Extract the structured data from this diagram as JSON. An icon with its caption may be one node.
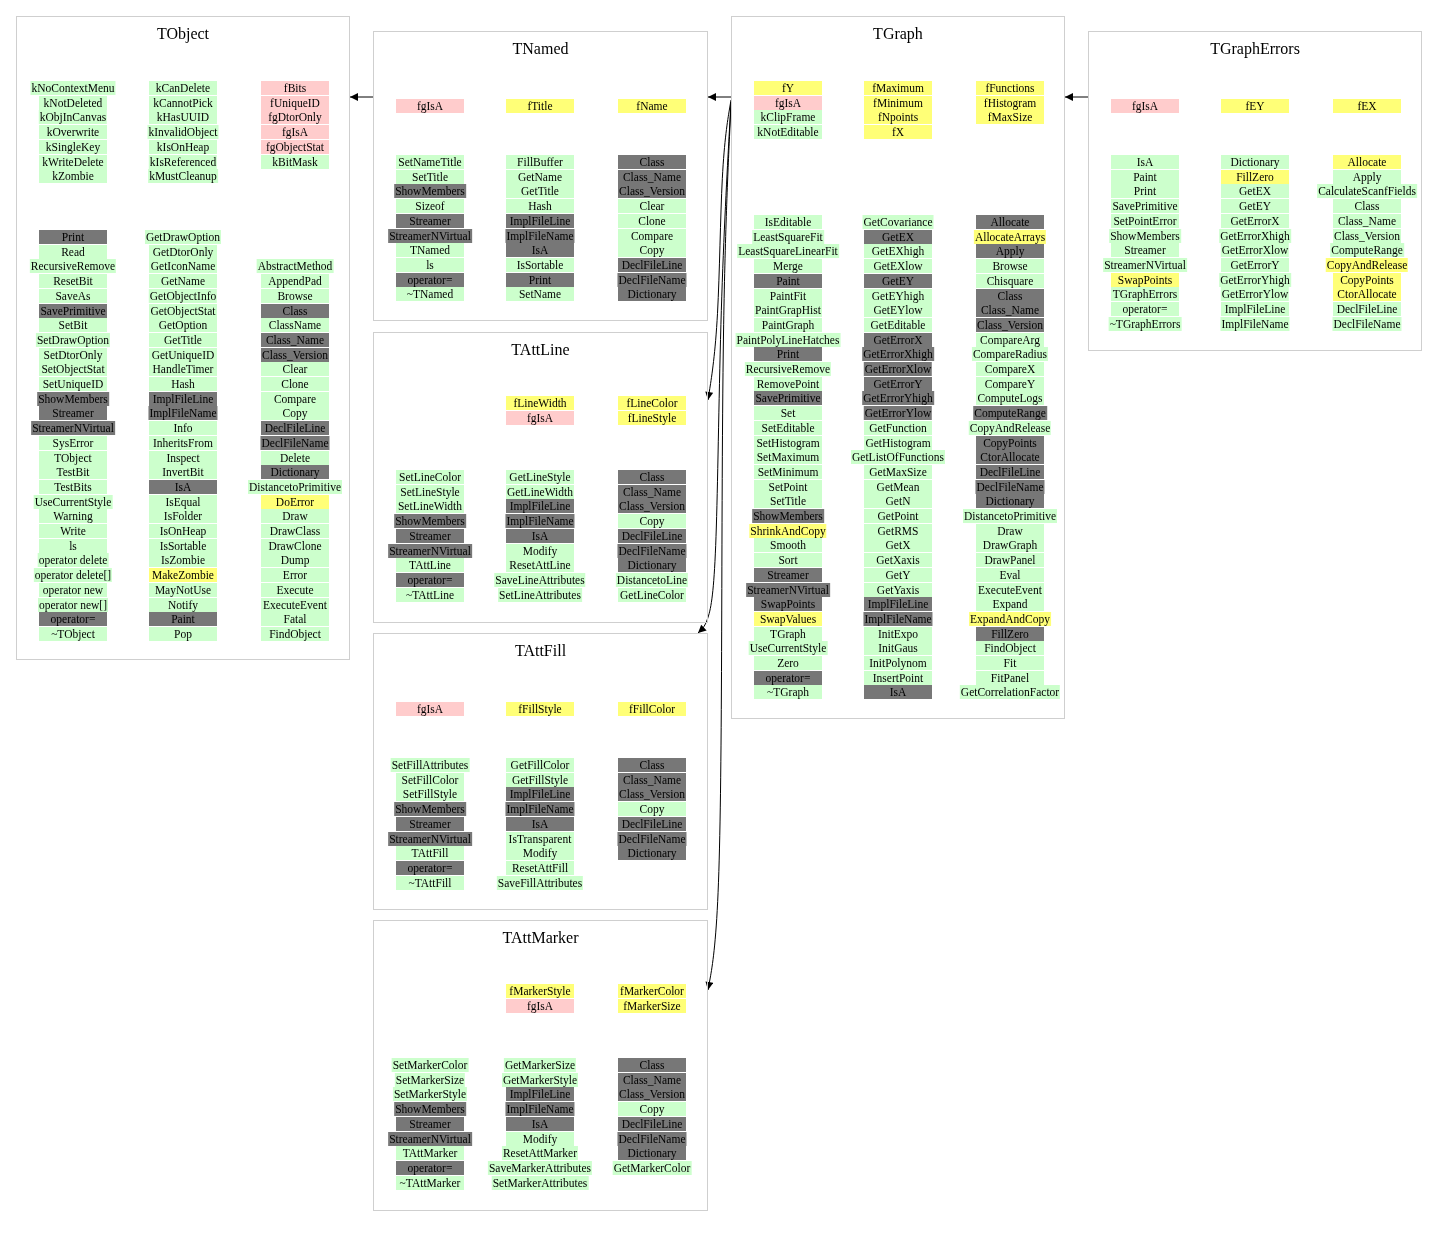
{
  "diagram": {
    "nodes": [
      {
        "text": [
          "TObject"
        ]
      },
      {
        "text": [
          "TNamed"
        ]
      },
      {
        "text": [
          "TAttLine"
        ]
      },
      {
        "text": [
          "TAttFill"
        ]
      },
      {
        "text": [
          "TAttMarker"
        ]
      },
      {
        "text": [
          "TGraph"
        ]
      },
      {
        "text": [
          "TGraphErrors"
        ]
      },
      {
        "text": [
          "kNoContextMenu"
        ],
        "in": 0
      },
      {
        "text": [
          "kNotDeleted"
        ],
        "in": 0
      },
      {
        "text": [
          "kObjInCanvas"
        ],
        "in": 0
      },
      {
        "text": [
          "kOverwrite"
        ],
        "in": 0
      },
      {
        "text": [
          "kSingleKey"
        ],
        "in": 0
      },
      {
        "text": [
          "kWriteDelete"
        ],
        "in": 0
      },
      {
        "text": [
          "kZombie"
        ],
        "in": 0
      },
      {
        "text": [
          "kCanDelete"
        ],
        "in": 0
      },
      {
        "text": [
          "kCannotPick"
        ],
        "in": 0
      },
      {
        "text": [
          "kHasUUID"
        ],
        "in": 0
      },
      {
        "text": [
          "kInvalidObject"
        ],
        "in": 0
      },
      {
        "text": [
          "kIsOnHeap"
        ],
        "in": 0
      },
      {
        "text": [
          "kIsReferenced"
        ],
        "in": 0
      },
      {
        "text": [
          "kMustCleanup"
        ],
        "in": 0
      },
      {
        "text": [
          "fBits"
        ],
        "in": 0
      },
      {
        "text": [
          "fUniqueID"
        ],
        "in": 0
      },
      {
        "text": [
          "fgDtorOnly"
        ],
        "in": 0
      },
      {
        "text": [
          "fgIsA"
        ],
        "in": 0
      },
      {
        "text": [
          "fgObjectStat"
        ],
        "in": 0
      },
      {
        "text": [
          "kBitMask"
        ],
        "in": 0
      },
      {
        "text": [
          "Print"
        ],
        "in": 0
      },
      {
        "text": [
          "Read"
        ],
        "in": 0
      },
      {
        "text": [
          "RecursiveRemove"
        ],
        "in": 0
      },
      {
        "text": [
          "ResetBit"
        ],
        "in": 0
      },
      {
        "text": [
          "SaveAs"
        ],
        "in": 0
      },
      {
        "text": [
          "SavePrimitive"
        ],
        "in": 0
      },
      {
        "text": [
          "SetBit"
        ],
        "in": 0
      },
      {
        "text": [
          "SetDrawOption"
        ],
        "in": 0
      },
      {
        "text": [
          "SetDtorOnly"
        ],
        "in": 0
      },
      {
        "text": [
          "SetObjectStat"
        ],
        "in": 0
      },
      {
        "text": [
          "SetUniqueID"
        ],
        "in": 0
      },
      {
        "text": [
          "ShowMembers"
        ],
        "in": 0
      },
      {
        "text": [
          "Streamer"
        ],
        "in": 0
      },
      {
        "text": [
          "StreamerNVirtual"
        ],
        "in": 0
      },
      {
        "text": [
          "SysError"
        ],
        "in": 0
      },
      {
        "text": [
          "TObject"
        ],
        "in": 0
      },
      {
        "text": [
          "TestBit"
        ],
        "in": 0
      },
      {
        "text": [
          "TestBits"
        ],
        "in": 0
      },
      {
        "text": [
          "UseCurrentStyle"
        ],
        "in": 0
      },
      {
        "text": [
          "Warning"
        ],
        "in": 0
      },
      {
        "text": [
          "Write"
        ],
        "in": 0
      },
      {
        "text": [
          "ls"
        ],
        "in": 0
      },
      {
        "text": [
          "operator delete"
        ],
        "in": 0
      },
      {
        "text": [
          "operator delete[]"
        ],
        "in": 0
      },
      {
        "text": [
          "operator new"
        ],
        "in": 0
      },
      {
        "text": [
          "operator new[]"
        ],
        "in": 0
      },
      {
        "text": [
          "operator="
        ],
        "in": 0
      },
      {
        "text": [
          "~TObject"
        ],
        "in": 0
      },
      {
        "text": [
          "GetDrawOption"
        ],
        "in": 0
      },
      {
        "text": [
          "GetDtorOnly"
        ],
        "in": 0
      },
      {
        "text": [
          "GetIconName"
        ],
        "in": 0
      },
      {
        "text": [
          "GetName"
        ],
        "in": 0
      },
      {
        "text": [
          "GetObjectInfo"
        ],
        "in": 0
      },
      {
        "text": [
          "GetObjectStat"
        ],
        "in": 0
      },
      {
        "text": [
          "GetOption"
        ],
        "in": 0
      },
      {
        "text": [
          "GetTitle"
        ],
        "in": 0
      },
      {
        "text": [
          "GetUniqueID"
        ],
        "in": 0
      },
      {
        "text": [
          "HandleTimer"
        ],
        "in": 0
      },
      {
        "text": [
          "Hash"
        ],
        "in": 0
      },
      {
        "text": [
          "ImplFileLine"
        ],
        "in": 0
      },
      {
        "text": [
          "ImplFileName"
        ],
        "in": 0
      },
      {
        "text": [
          "Info"
        ],
        "in": 0
      },
      {
        "text": [
          "InheritsFrom"
        ],
        "in": 0
      },
      {
        "text": [
          "Inspect"
        ],
        "in": 0
      },
      {
        "text": [
          "InvertBit"
        ],
        "in": 0
      },
      {
        "text": [
          "IsA"
        ],
        "in": 0
      },
      {
        "text": [
          "IsEqual"
        ],
        "in": 0
      },
      {
        "text": [
          "IsFolder"
        ],
        "in": 0
      },
      {
        "text": [
          "IsOnHeap"
        ],
        "in": 0
      },
      {
        "text": [
          "IsSortable"
        ],
        "in": 0
      },
      {
        "text": [
          "IsZombie"
        ],
        "in": 0
      },
      {
        "text": [
          "MakeZombie"
        ],
        "in": 0
      },
      {
        "text": [
          "MayNotUse"
        ],
        "in": 0
      },
      {
        "text": [
          "Notify"
        ],
        "in": 0
      },
      {
        "text": [
          "Paint"
        ],
        "in": 0
      },
      {
        "text": [
          "Pop"
        ],
        "in": 0
      },
      {
        "text": [
          "AbstractMethod"
        ],
        "in": 0
      },
      {
        "text": [
          "AppendPad"
        ],
        "in": 0
      },
      {
        "text": [
          "Browse"
        ],
        "in": 0
      },
      {
        "text": [
          "Class"
        ],
        "in": 0
      },
      {
        "text": [
          "ClassName"
        ],
        "in": 0
      },
      {
        "text": [
          "Class_Name"
        ],
        "in": 0
      },
      {
        "text": [
          "Class_Version"
        ],
        "in": 0
      },
      {
        "text": [
          "Clear"
        ],
        "in": 0
      },
      {
        "text": [
          "Clone"
        ],
        "in": 0
      },
      {
        "text": [
          "Compare"
        ],
        "in": 0
      },
      {
        "text": [
          "Copy"
        ],
        "in": 0
      },
      {
        "text": [
          "DeclFileLine"
        ],
        "in": 0
      },
      {
        "text": [
          "DeclFileName"
        ],
        "in": 0
      },
      {
        "text": [
          "Delete"
        ],
        "in": 0
      },
      {
        "text": [
          "Dictionary"
        ],
        "in": 0
      },
      {
        "text": [
          "DistancetoPrimitive"
        ],
        "in": 0
      },
      {
        "text": [
          "DoError"
        ],
        "in": 0
      },
      {
        "text": [
          "Draw"
        ],
        "in": 0
      },
      {
        "text": [
          "DrawClass"
        ],
        "in": 0
      },
      {
        "text": [
          "DrawClone"
        ],
        "in": 0
      },
      {
        "text": [
          "Dump"
        ],
        "in": 0
      },
      {
        "text": [
          "Error"
        ],
        "in": 0
      },
      {
        "text": [
          "Execute"
        ],
        "in": 0
      },
      {
        "text": [
          "ExecuteEvent"
        ],
        "in": 0
      },
      {
        "text": [
          "Fatal"
        ],
        "in": 0
      },
      {
        "text": [
          "FindObject"
        ],
        "in": 0
      },
      {
        "text": [
          "fgIsA"
        ],
        "in": 1
      },
      {
        "text": [
          "fTitle"
        ],
        "in": 1
      },
      {
        "text": [
          "fName"
        ],
        "in": 1
      },
      {
        "text": [
          "SetNameTitle"
        ],
        "in": 1
      },
      {
        "text": [
          "SetTitle"
        ],
        "in": 1
      },
      {
        "text": [
          "ShowMembers"
        ],
        "in": 1
      },
      {
        "text": [
          "Sizeof"
        ],
        "in": 1
      },
      {
        "text": [
          "Streamer"
        ],
        "in": 1
      },
      {
        "text": [
          "StreamerNVirtual"
        ],
        "in": 1
      },
      {
        "text": [
          "TNamed"
        ],
        "in": 1
      },
      {
        "text": [
          "ls"
        ],
        "in": 1
      },
      {
        "text": [
          "operator="
        ],
        "in": 1
      },
      {
        "text": [
          "~TNamed"
        ],
        "in": 1
      },
      {
        "text": [
          "FillBuffer"
        ],
        "in": 1
      },
      {
        "text": [
          "GetName"
        ],
        "in": 1
      },
      {
        "text": [
          "GetTitle"
        ],
        "in": 1
      },
      {
        "text": [
          "Hash"
        ],
        "in": 1
      },
      {
        "text": [
          "ImplFileLine"
        ],
        "in": 1
      },
      {
        "text": [
          "ImplFileName"
        ],
        "in": 1
      },
      {
        "text": [
          "IsA"
        ],
        "in": 1
      },
      {
        "text": [
          "IsSortable"
        ],
        "in": 1
      },
      {
        "text": [
          "Print"
        ],
        "in": 1
      },
      {
        "text": [
          "SetName"
        ],
        "in": 1
      },
      {
        "text": [
          "Class"
        ],
        "in": 1
      },
      {
        "text": [
          "Class_Name"
        ],
        "in": 1
      },
      {
        "text": [
          "Class_Version"
        ],
        "in": 1
      },
      {
        "text": [
          "Clear"
        ],
        "in": 1
      },
      {
        "text": [
          "Clone"
        ],
        "in": 1
      },
      {
        "text": [
          "Compare"
        ],
        "in": 1
      },
      {
        "text": [
          "Copy"
        ],
        "in": 1
      },
      {
        "text": [
          "DeclFileLine"
        ],
        "in": 1
      },
      {
        "text": [
          "DeclFileName"
        ],
        "in": 1
      },
      {
        "text": [
          "Dictionary"
        ],
        "in": 1
      },
      {
        "text": [
          "fLineWidth"
        ],
        "in": 2
      },
      {
        "text": [
          "fgIsA"
        ],
        "in": 2
      },
      {
        "text": [
          "fLineColor"
        ],
        "in": 2
      },
      {
        "text": [
          "fLineStyle"
        ],
        "in": 2
      },
      {
        "text": [
          "SetLineColor"
        ],
        "in": 2
      },
      {
        "text": [
          "SetLineStyle"
        ],
        "in": 2
      },
      {
        "text": [
          "SetLineWidth"
        ],
        "in": 2
      },
      {
        "text": [
          "ShowMembers"
        ],
        "in": 2
      },
      {
        "text": [
          "Streamer"
        ],
        "in": 2
      },
      {
        "text": [
          "StreamerNVirtual"
        ],
        "in": 2
      },
      {
        "text": [
          "TAttLine"
        ],
        "in": 2
      },
      {
        "text": [
          "operator="
        ],
        "in": 2
      },
      {
        "text": [
          "~TAttLine"
        ],
        "in": 2
      },
      {
        "text": [
          "GetLineStyle"
        ],
        "in": 2
      },
      {
        "text": [
          "GetLineWidth"
        ],
        "in": 2
      },
      {
        "text": [
          "ImplFileLine"
        ],
        "in": 2
      },
      {
        "text": [
          "ImplFileName"
        ],
        "in": 2
      },
      {
        "text": [
          "IsA"
        ],
        "in": 2
      },
      {
        "text": [
          "Modify"
        ],
        "in": 2
      },
      {
        "text": [
          "ResetAttLine"
        ],
        "in": 2
      },
      {
        "text": [
          "SaveLineAttributes"
        ],
        "in": 2
      },
      {
        "text": [
          "SetLineAttributes"
        ],
        "in": 2
      },
      {
        "text": [
          "Class"
        ],
        "in": 2
      },
      {
        "text": [
          "Class_Name"
        ],
        "in": 2
      },
      {
        "text": [
          "Class_Version"
        ],
        "in": 2
      },
      {
        "text": [
          "Copy"
        ],
        "in": 2
      },
      {
        "text": [
          "DeclFileLine"
        ],
        "in": 2
      },
      {
        "text": [
          "DeclFileName"
        ],
        "in": 2
      },
      {
        "text": [
          "Dictionary"
        ],
        "in": 2
      },
      {
        "text": [
          "DistancetoLine"
        ],
        "in": 2
      },
      {
        "text": [
          "GetLineColor"
        ],
        "in": 2
      },
      {
        "text": [
          "fgIsA"
        ],
        "in": 3
      },
      {
        "text": [
          "fFillStyle"
        ],
        "in": 3
      },
      {
        "text": [
          "fFillColor"
        ],
        "in": 3
      },
      {
        "text": [
          "SetFillAttributes"
        ],
        "in": 3
      },
      {
        "text": [
          "SetFillColor"
        ],
        "in": 3
      },
      {
        "text": [
          "SetFillStyle"
        ],
        "in": 3
      },
      {
        "text": [
          "ShowMembers"
        ],
        "in": 3
      },
      {
        "text": [
          "Streamer"
        ],
        "in": 3
      },
      {
        "text": [
          "StreamerNVirtual"
        ],
        "in": 3
      },
      {
        "text": [
          "TAttFill"
        ],
        "in": 3
      },
      {
        "text": [
          "operator="
        ],
        "in": 3
      },
      {
        "text": [
          "~TAttFill"
        ],
        "in": 3
      },
      {
        "text": [
          "GetFillColor"
        ],
        "in": 3
      },
      {
        "text": [
          "GetFillStyle"
        ],
        "in": 3
      },
      {
        "text": [
          "ImplFileLine"
        ],
        "in": 3
      },
      {
        "text": [
          "ImplFileName"
        ],
        "in": 3
      },
      {
        "text": [
          "IsA"
        ],
        "in": 3
      },
      {
        "text": [
          "IsTransparent"
        ],
        "in": 3
      },
      {
        "text": [
          "Modify"
        ],
        "in": 3
      },
      {
        "text": [
          "ResetAttFill"
        ],
        "in": 3
      },
      {
        "text": [
          "SaveFillAttributes"
        ],
        "in": 3
      },
      {
        "text": [
          "Class"
        ],
        "in": 3
      },
      {
        "text": [
          "Class_Name"
        ],
        "in": 3
      },
      {
        "text": [
          "Class_Version"
        ],
        "in": 3
      },
      {
        "text": [
          "Copy"
        ],
        "in": 3
      },
      {
        "text": [
          "DeclFileLine"
        ],
        "in": 3
      },
      {
        "text": [
          "DeclFileName"
        ],
        "in": 3
      },
      {
        "text": [
          "Dictionary"
        ],
        "in": 3
      },
      {
        "text": [
          "fMarkerStyle"
        ],
        "in": 4
      },
      {
        "text": [
          "fgIsA"
        ],
        "in": 4
      },
      {
        "text": [
          "fMarkerColor"
        ],
        "in": 4
      },
      {
        "text": [
          "fMarkerSize"
        ],
        "in": 4
      },
      {
        "text": [
          "SetMarkerColor"
        ],
        "in": 4
      },
      {
        "text": [
          "SetMarkerSize"
        ],
        "in": 4
      },
      {
        "text": [
          "SetMarkerStyle"
        ],
        "in": 4
      },
      {
        "text": [
          "ShowMembers"
        ],
        "in": 4
      },
      {
        "text": [
          "Streamer"
        ],
        "in": 4
      },
      {
        "text": [
          "StreamerNVirtual"
        ],
        "in": 4
      },
      {
        "text": [
          "TAttMarker"
        ],
        "in": 4
      },
      {
        "text": [
          "operator="
        ],
        "in": 4
      },
      {
        "text": [
          "~TAttMarker"
        ],
        "in": 4
      },
      {
        "text": [
          "GetMarkerSize"
        ],
        "in": 4
      },
      {
        "text": [
          "GetMarkerStyle"
        ],
        "in": 4
      },
      {
        "text": [
          "ImplFileLine"
        ],
        "in": 4
      },
      {
        "text": [
          "ImplFileName"
        ],
        "in": 4
      },
      {
        "text": [
          "IsA"
        ],
        "in": 4
      },
      {
        "text": [
          "Modify"
        ],
        "in": 4
      },
      {
        "text": [
          "ResetAttMarker"
        ],
        "in": 4
      },
      {
        "text": [
          "SaveMarkerAttributes"
        ],
        "in": 4
      },
      {
        "text": [
          "SetMarkerAttributes"
        ],
        "in": 4
      },
      {
        "text": [
          "Class"
        ],
        "in": 4
      },
      {
        "text": [
          "Class_Name"
        ],
        "in": 4
      },
      {
        "text": [
          "Class_Version"
        ],
        "in": 4
      },
      {
        "text": [
          "Copy"
        ],
        "in": 4
      },
      {
        "text": [
          "DeclFileLine"
        ],
        "in": 4
      },
      {
        "text": [
          "DeclFileName"
        ],
        "in": 4
      },
      {
        "text": [
          "Dictionary"
        ],
        "in": 4
      },
      {
        "text": [
          "GetMarkerColor"
        ],
        "in": 4
      },
      {
        "text": [
          "fY"
        ],
        "in": 5
      },
      {
        "text": [
          "fgIsA"
        ],
        "in": 5
      },
      {
        "text": [
          "kClipFrame"
        ],
        "in": 5
      },
      {
        "text": [
          "kNotEditable"
        ],
        "in": 5
      },
      {
        "text": [
          "fMaximum"
        ],
        "in": 5
      },
      {
        "text": [
          "fMinimum"
        ],
        "in": 5
      },
      {
        "text": [
          "fNpoints"
        ],
        "in": 5
      },
      {
        "text": [
          "fX"
        ],
        "in": 5
      },
      {
        "text": [
          "fFunctions"
        ],
        "in": 5
      },
      {
        "text": [
          "fHistogram"
        ],
        "in": 5
      },
      {
        "text": [
          "fMaxSize"
        ],
        "in": 5
      },
      {
        "text": [
          "IsEditable"
        ],
        "in": 5
      },
      {
        "text": [
          "LeastSquareFit"
        ],
        "in": 5
      },
      {
        "text": [
          "LeastSquareLinearFit"
        ],
        "in": 5
      },
      {
        "text": [
          "Merge"
        ],
        "in": 5
      },
      {
        "text": [
          "Paint"
        ],
        "in": 5
      },
      {
        "text": [
          "PaintFit"
        ],
        "in": 5
      },
      {
        "text": [
          "PaintGrapHist"
        ],
        "in": 5
      },
      {
        "text": [
          "PaintGraph"
        ],
        "in": 5
      },
      {
        "text": [
          "PaintPolyLineHatches"
        ],
        "in": 5
      },
      {
        "text": [
          "Print"
        ],
        "in": 5
      },
      {
        "text": [
          "RecursiveRemove"
        ],
        "in": 5
      },
      {
        "text": [
          "RemovePoint"
        ],
        "in": 5
      },
      {
        "text": [
          "SavePrimitive"
        ],
        "in": 5
      },
      {
        "text": [
          "Set"
        ],
        "in": 5
      },
      {
        "text": [
          "SetEditable"
        ],
        "in": 5
      },
      {
        "text": [
          "SetHistogram"
        ],
        "in": 5
      },
      {
        "text": [
          "SetMaximum"
        ],
        "in": 5
      },
      {
        "text": [
          "SetMinimum"
        ],
        "in": 5
      },
      {
        "text": [
          "SetPoint"
        ],
        "in": 5
      },
      {
        "text": [
          "SetTitle"
        ],
        "in": 5
      },
      {
        "text": [
          "ShowMembers"
        ],
        "in": 5
      },
      {
        "text": [
          "ShrinkAndCopy"
        ],
        "in": 5
      },
      {
        "text": [
          "Smooth"
        ],
        "in": 5
      },
      {
        "text": [
          "Sort"
        ],
        "in": 5
      },
      {
        "text": [
          "Streamer"
        ],
        "in": 5
      },
      {
        "text": [
          "StreamerNVirtual"
        ],
        "in": 5
      },
      {
        "text": [
          "SwapPoints"
        ],
        "in": 5
      },
      {
        "text": [
          "SwapValues"
        ],
        "in": 5
      },
      {
        "text": [
          "TGraph"
        ],
        "in": 5
      },
      {
        "text": [
          "UseCurrentStyle"
        ],
        "in": 5
      },
      {
        "text": [
          "Zero"
        ],
        "in": 5
      },
      {
        "text": [
          "operator="
        ],
        "in": 5
      },
      {
        "text": [
          "~TGraph"
        ],
        "in": 5
      },
      {
        "text": [
          "GetCovariance"
        ],
        "in": 5
      },
      {
        "text": [
          "GetEX"
        ],
        "in": 5
      },
      {
        "text": [
          "GetEXhigh"
        ],
        "in": 5
      },
      {
        "text": [
          "GetEXlow"
        ],
        "in": 5
      },
      {
        "text": [
          "GetEY"
        ],
        "in": 5
      },
      {
        "text": [
          "GetEYhigh"
        ],
        "in": 5
      },
      {
        "text": [
          "GetEYlow"
        ],
        "in": 5
      },
      {
        "text": [
          "GetEditable"
        ],
        "in": 5
      },
      {
        "text": [
          "GetErrorX"
        ],
        "in": 5
      },
      {
        "text": [
          "GetErrorXhigh"
        ],
        "in": 5
      },
      {
        "text": [
          "GetErrorXlow"
        ],
        "in": 5
      },
      {
        "text": [
          "GetErrorY"
        ],
        "in": 5
      },
      {
        "text": [
          "GetErrorYhigh"
        ],
        "in": 5
      },
      {
        "text": [
          "GetErrorYlow"
        ],
        "in": 5
      },
      {
        "text": [
          "GetFunction"
        ],
        "in": 5
      },
      {
        "text": [
          "GetHistogram"
        ],
        "in": 5
      },
      {
        "text": [
          "GetListOfFunctions"
        ],
        "in": 5
      },
      {
        "text": [
          "GetMaxSize"
        ],
        "in": 5
      },
      {
        "text": [
          "GetMean"
        ],
        "in": 5
      },
      {
        "text": [
          "GetN"
        ],
        "in": 5
      },
      {
        "text": [
          "GetPoint"
        ],
        "in": 5
      },
      {
        "text": [
          "GetRMS"
        ],
        "in": 5
      },
      {
        "text": [
          "GetX"
        ],
        "in": 5
      },
      {
        "text": [
          "GetXaxis"
        ],
        "in": 5
      },
      {
        "text": [
          "GetY"
        ],
        "in": 5
      },
      {
        "text": [
          "GetYaxis"
        ],
        "in": 5
      },
      {
        "text": [
          "ImplFileLine"
        ],
        "in": 5
      },
      {
        "text": [
          "ImplFileName"
        ],
        "in": 5
      },
      {
        "text": [
          "InitExpo"
        ],
        "in": 5
      },
      {
        "text": [
          "InitGaus"
        ],
        "in": 5
      },
      {
        "text": [
          "InitPolynom"
        ],
        "in": 5
      },
      {
        "text": [
          "InsertPoint"
        ],
        "in": 5
      },
      {
        "text": [
          "IsA"
        ],
        "in": 5
      },
      {
        "text": [
          "Allocate"
        ],
        "in": 5
      },
      {
        "text": [
          "AllocateArrays"
        ],
        "in": 5
      },
      {
        "text": [
          "Apply"
        ],
        "in": 5
      },
      {
        "text": [
          "Browse"
        ],
        "in": 5
      },
      {
        "text": [
          "Chisquare"
        ],
        "in": 5
      },
      {
        "text": [
          "Class"
        ],
        "in": 5
      },
      {
        "text": [
          "Class_Name"
        ],
        "in": 5
      },
      {
        "text": [
          "Class_Version"
        ],
        "in": 5
      },
      {
        "text": [
          "CompareArg"
        ],
        "in": 5
      },
      {
        "text": [
          "CompareRadius"
        ],
        "in": 5
      },
      {
        "text": [
          "CompareX"
        ],
        "in": 5
      },
      {
        "text": [
          "CompareY"
        ],
        "in": 5
      },
      {
        "text": [
          "ComputeLogs"
        ],
        "in": 5
      },
      {
        "text": [
          "ComputeRange"
        ],
        "in": 5
      },
      {
        "text": [
          "CopyAndRelease"
        ],
        "in": 5
      },
      {
        "text": [
          "CopyPoints"
        ],
        "in": 5
      },
      {
        "text": [
          "CtorAllocate"
        ],
        "in": 5
      },
      {
        "text": [
          "DeclFileLine"
        ],
        "in": 5
      },
      {
        "text": [
          "DeclFileName"
        ],
        "in": 5
      },
      {
        "text": [
          "Dictionary"
        ],
        "in": 5
      },
      {
        "text": [
          "DistancetoPrimitive"
        ],
        "in": 5
      },
      {
        "text": [
          "Draw"
        ],
        "in": 5
      },
      {
        "text": [
          "DrawGraph"
        ],
        "in": 5
      },
      {
        "text": [
          "DrawPanel"
        ],
        "in": 5
      },
      {
        "text": [
          "Eval"
        ],
        "in": 5
      },
      {
        "text": [
          "ExecuteEvent"
        ],
        "in": 5
      },
      {
        "text": [
          "Expand"
        ],
        "in": 5
      },
      {
        "text": [
          "ExpandAndCopy"
        ],
        "in": 5
      },
      {
        "text": [
          "FillZero"
        ],
        "in": 5
      },
      {
        "text": [
          "FindObject"
        ],
        "in": 5
      },
      {
        "text": [
          "Fit"
        ],
        "in": 5
      },
      {
        "text": [
          "FitPanel"
        ],
        "in": 5
      },
      {
        "text": [
          "GetCorrelationFactor"
        ],
        "in": 5
      },
      {
        "text": [
          "fgIsA"
        ],
        "in": 6
      },
      {
        "text": [
          "fEY"
        ],
        "in": 6
      },
      {
        "text": [
          "fEX"
        ],
        "in": 6
      },
      {
        "text": [
          "IsA"
        ],
        "in": 6
      },
      {
        "text": [
          "Paint"
        ],
        "in": 6
      },
      {
        "text": [
          "Print"
        ],
        "in": 6
      },
      {
        "text": [
          "SavePrimitive"
        ],
        "in": 6
      },
      {
        "text": [
          "SetPointError"
        ],
        "in": 6
      },
      {
        "text": [
          "ShowMembers"
        ],
        "in": 6
      },
      {
        "text": [
          "Streamer"
        ],
        "in": 6
      },
      {
        "text": [
          "StreamerNVirtual"
        ],
        "in": 6
      },
      {
        "text": [
          "SwapPoints"
        ],
        "in": 6
      },
      {
        "text": [
          "TGraphErrors"
        ],
        "in": 6
      },
      {
        "text": [
          "operator="
        ],
        "in": 6
      },
      {
        "text": [
          "~TGraphErrors"
        ],
        "in": 6
      },
      {
        "text": [
          "Dictionary"
        ],
        "in": 6
      },
      {
        "text": [
          "FillZero"
        ],
        "in": 6
      },
      {
        "text": [
          "GetEX"
        ],
        "in": 6
      },
      {
        "text": [
          "GetEY"
        ],
        "in": 6
      },
      {
        "text": [
          "GetErrorX"
        ],
        "in": 6
      },
      {
        "text": [
          "GetErrorXhigh"
        ],
        "in": 6
      },
      {
        "text": [
          "GetErrorXlow"
        ],
        "in": 6
      },
      {
        "text": [
          "GetErrorY"
        ],
        "in": 6
      },
      {
        "text": [
          "GetErrorYhigh"
        ],
        "in": 6
      },
      {
        "text": [
          "GetErrorYlow"
        ],
        "in": 6
      },
      {
        "text": [
          "ImplFileLine"
        ],
        "in": 6
      },
      {
        "text": [
          "ImplFileName"
        ],
        "in": 6
      },
      {
        "text": [
          "Allocate"
        ],
        "in": 6
      },
      {
        "text": [
          "Apply"
        ],
        "in": 6
      },
      {
        "text": [
          "CalculateScanfFields"
        ],
        "in": 6
      },
      {
        "text": [
          "Class"
        ],
        "in": 6
      },
      {
        "text": [
          "Class_Name"
        ],
        "in": 6
      },
      {
        "text": [
          "Class_Version"
        ],
        "in": 6
      },
      {
        "text": [
          "ComputeRange"
        ],
        "in": 6
      },
      {
        "text": [
          "CopyAndRelease"
        ],
        "in": 6
      },
      {
        "text": [
          "CopyPoints"
        ],
        "in": 6
      },
      {
        "text": [
          "CtorAllocate"
        ],
        "in": 6
      },
      {
        "text": [
          "DeclFileLine"
        ],
        "in": 6
      },
      {
        "text": [
          "DeclFileName"
        ],
        "in": 6
      }
    ],
    "edges": [
      {
        "from": 1,
        "to": 0,
        "arrow": "to"
      },
      {
        "from": 5,
        "to": 1,
        "arrow": "to"
      },
      {
        "from": 6,
        "to": 5,
        "arrow": "to"
      },
      {
        "from": 5,
        "to": 2,
        "arrow": "to"
      },
      {
        "from": 5,
        "to": 3,
        "arrow": "to"
      },
      {
        "from": 5,
        "to": 4,
        "arrow": "to"
      }
    ]
  }
}
